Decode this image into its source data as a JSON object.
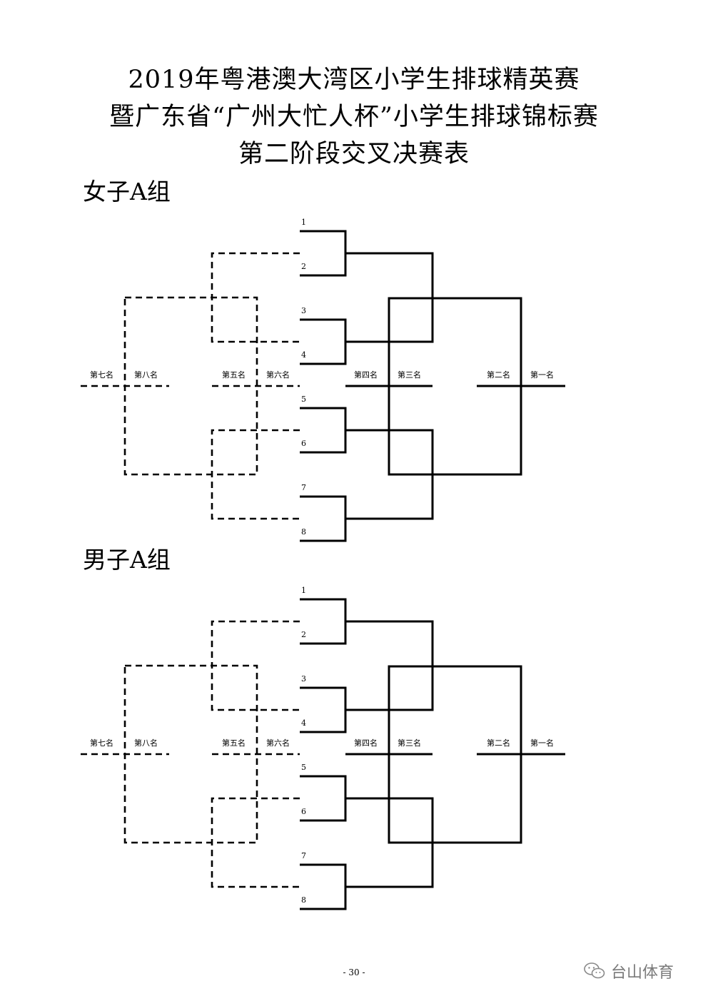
{
  "header": {
    "title_line_1": "2019年粤港澳大湾区小学生排球精英赛",
    "title_line_2": "暨广东省“广州大忙人杯”小学生排球锦标赛",
    "title_line_3": "第二阶段交叉决赛表"
  },
  "brackets": [
    {
      "heading": "女子A组",
      "seeds": [
        "1",
        "2",
        "3",
        "4",
        "5",
        "6",
        "7",
        "8"
      ],
      "places": {
        "p1": "第一名",
        "p2": "第二名",
        "p3": "第三名",
        "p4": "第四名",
        "p5": "第五名",
        "p6": "第六名",
        "p7": "第七名",
        "p8": "第八名"
      }
    },
    {
      "heading": "男子A组",
      "seeds": [
        "1",
        "2",
        "3",
        "4",
        "5",
        "6",
        "7",
        "8"
      ],
      "places": {
        "p1": "第一名",
        "p2": "第二名",
        "p3": "第三名",
        "p4": "第四名",
        "p5": "第五名",
        "p6": "第六名",
        "p7": "第七名",
        "p8": "第八名"
      }
    }
  ],
  "footer": {
    "page_number": "- 30 -",
    "watermark_text": "台山体育",
    "watermark_icon": "wechat-icon"
  }
}
